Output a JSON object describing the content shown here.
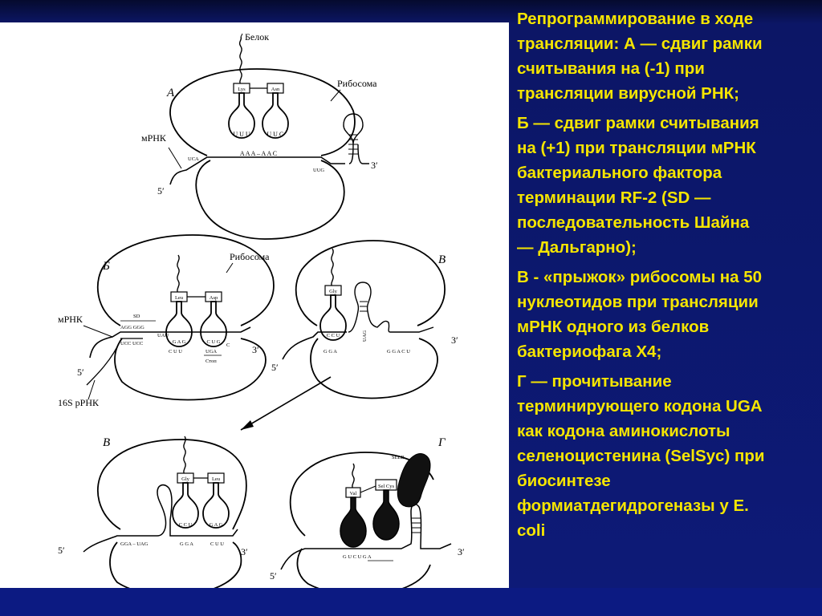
{
  "colors": {
    "background": "#0c1666",
    "caption_text": "#f5e500",
    "panel": "#ffffff"
  },
  "caption": {
    "paragraphs": [
      {
        "lines": [
          "Репрограммирование в ходе",
          "трансляции: А — сдвиг рамки",
          "считывания на (-1) при",
          "трансляции вирусной РНК;"
        ]
      },
      {
        "lines": [
          "Б — сдвиг рамки считывания",
          "на (+1) при трансляции мРНК",
          "бактериального фактора",
          "терминации RF-2 (SD —",
          "последовательность Шайна",
          "— Дальгарно);"
        ]
      },
      {
        "lines": [
          "В - «прыжок» рибосомы на 50",
          "нуклеотидов при трансляции",
          "мРНК одного из белков",
          "бактериофага X4;"
        ]
      },
      {
        "lines": [
          "Г — прочитывание",
          "терминирующего кодона UGA",
          "как кодона аминокислоты",
          "селеноцистенина (SelSyc) при",
          "биосинтезе",
          "формиатдегидрогеназы у E.",
          "coli"
        ]
      }
    ]
  },
  "figure": {
    "panel_A": {
      "letter": "А",
      "protein": "Белок",
      "ribosome": "Рибосома",
      "mrna": "мРНК",
      "aa1": "Lys",
      "aa2": "Asn",
      "anti1": "U U U",
      "anti2": "U U G",
      "codons": "A A A – A A C",
      "left_seq": "UCA",
      "right_seq": "UUG",
      "five": "5′",
      "three": "3′"
    },
    "panel_B": {
      "letter": "Б",
      "ribosome": "Рибосома",
      "mrna": "мРНК",
      "rrna": "16S рРНК",
      "aa1": "Leu",
      "aa2": "Asp",
      "anti1": "G A G",
      "anti2": "C U G",
      "sd": "SD",
      "sd_top": "AGG GGG",
      "sd_bottom": "UCC UCC",
      "uau": "UAU",
      "codon1": "C U U",
      "codon2": "UGA",
      "stop": "Стоп",
      "c": "C",
      "five": "5′",
      "three": "3′"
    },
    "panel_V1": {
      "letter": "В",
      "aa": "Gly",
      "anti": "C C U",
      "uag": "UAG",
      "left_seq": "G G A",
      "right_seq": "G G A C U",
      "five": "5′",
      "three": "3′"
    },
    "panel_V2": {
      "letter": "В",
      "aa1": "Gly",
      "aa2": "Leu",
      "anti1": "C C U",
      "anti2": "G A G",
      "left_seq": "GGA – UAG",
      "codon1": "G G A",
      "codon2": "C U U",
      "five": "5′",
      "three": "3′"
    },
    "panel_G": {
      "letter": "Г",
      "selb": "SELB",
      "aa1": "Val",
      "aa2": "Sel Cys",
      "codons": "G U C U G A",
      "five": "5′",
      "three": "3′"
    }
  }
}
